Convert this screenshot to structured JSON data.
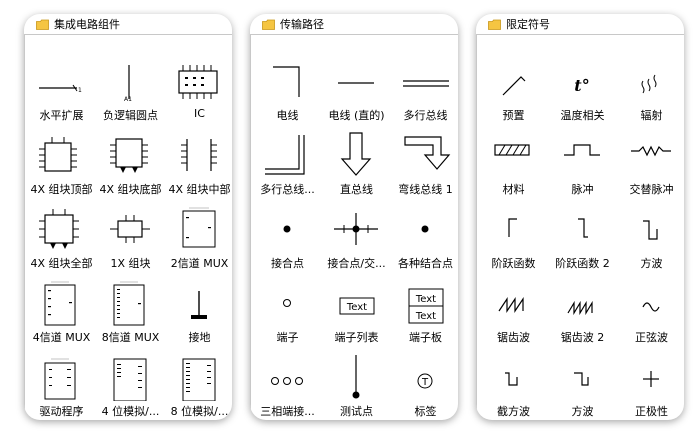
{
  "panels": [
    {
      "title": "集成电路组件",
      "items": [
        {
          "label": "水平扩展",
          "icon": "horizontal-expand-icon"
        },
        {
          "label": "负逻辑圆点",
          "icon": "negative-logic-dot-icon"
        },
        {
          "label": "IC",
          "icon": "ic-chip-icon"
        },
        {
          "label": "4X 组块顶部",
          "icon": "4x-block-top-icon"
        },
        {
          "label": "4X 组块底部",
          "icon": "4x-block-bottom-icon"
        },
        {
          "label": "4X 组块中部",
          "icon": "4x-block-middle-icon"
        },
        {
          "label": "4X 组块全部",
          "icon": "4x-block-all-icon"
        },
        {
          "label": "1X 组块",
          "icon": "1x-block-icon"
        },
        {
          "label": "2信道 MUX",
          "icon": "2-channel-mux-icon"
        },
        {
          "label": "4信道 MUX",
          "icon": "4-channel-mux-icon"
        },
        {
          "label": "8信道 MUX",
          "icon": "8-channel-mux-icon"
        },
        {
          "label": "接地",
          "icon": "ground-icon"
        },
        {
          "label": "驱动程序",
          "icon": "driver-icon"
        },
        {
          "label": "4 位模拟/...",
          "icon": "4-bit-analog-icon"
        },
        {
          "label": "8 位模拟/...",
          "icon": "8-bit-analog-icon"
        }
      ]
    },
    {
      "title": "传输路径",
      "items": [
        {
          "label": "电线",
          "icon": "wire-icon"
        },
        {
          "label": "电线 (直的)",
          "icon": "wire-straight-icon"
        },
        {
          "label": "多行总线",
          "icon": "multi-line-bus-icon"
        },
        {
          "label": "多行总线...",
          "icon": "multi-line-bus-corner-icon"
        },
        {
          "label": "直总线",
          "icon": "straight-bus-icon"
        },
        {
          "label": "弯线总线 1",
          "icon": "bent-bus-icon"
        },
        {
          "label": "接合点",
          "icon": "junction-icon"
        },
        {
          "label": "接合点/交...",
          "icon": "junction-cross-icon"
        },
        {
          "label": "各种结合点",
          "icon": "various-junction-icon"
        },
        {
          "label": "端子",
          "icon": "terminal-icon"
        },
        {
          "label": "端子列表",
          "icon": "terminal-list-icon",
          "text": "Text"
        },
        {
          "label": "端子板",
          "icon": "terminal-board-icon",
          "text": "Text"
        },
        {
          "label": "三相端接...",
          "icon": "three-phase-terminal-icon"
        },
        {
          "label": "测试点",
          "icon": "test-point-icon"
        },
        {
          "label": "标签",
          "icon": "tag-icon",
          "text": "T"
        }
      ]
    },
    {
      "title": "限定符号",
      "items": [
        {
          "label": "预置",
          "icon": "preset-icon"
        },
        {
          "label": "温度相关",
          "icon": "temperature-icon",
          "text": "t°"
        },
        {
          "label": "辐射",
          "icon": "radiation-icon"
        },
        {
          "label": "材料",
          "icon": "material-icon"
        },
        {
          "label": "脉冲",
          "icon": "pulse-icon"
        },
        {
          "label": "交替脉冲",
          "icon": "alternating-pulse-icon"
        },
        {
          "label": "阶跃函数",
          "icon": "step-function-icon"
        },
        {
          "label": "阶跃函数 2",
          "icon": "step-function-2-icon"
        },
        {
          "label": "方波",
          "icon": "square-wave-icon"
        },
        {
          "label": "锯齿波",
          "icon": "sawtooth-wave-icon"
        },
        {
          "label": "锯齿波 2",
          "icon": "sawtooth-wave-2-icon"
        },
        {
          "label": "正弦波",
          "icon": "sine-wave-icon"
        },
        {
          "label": "截方波",
          "icon": "truncated-square-wave-icon"
        },
        {
          "label": "方波",
          "icon": "square-wave-icon"
        },
        {
          "label": "正极性",
          "icon": "positive-polarity-icon"
        }
      ]
    }
  ]
}
